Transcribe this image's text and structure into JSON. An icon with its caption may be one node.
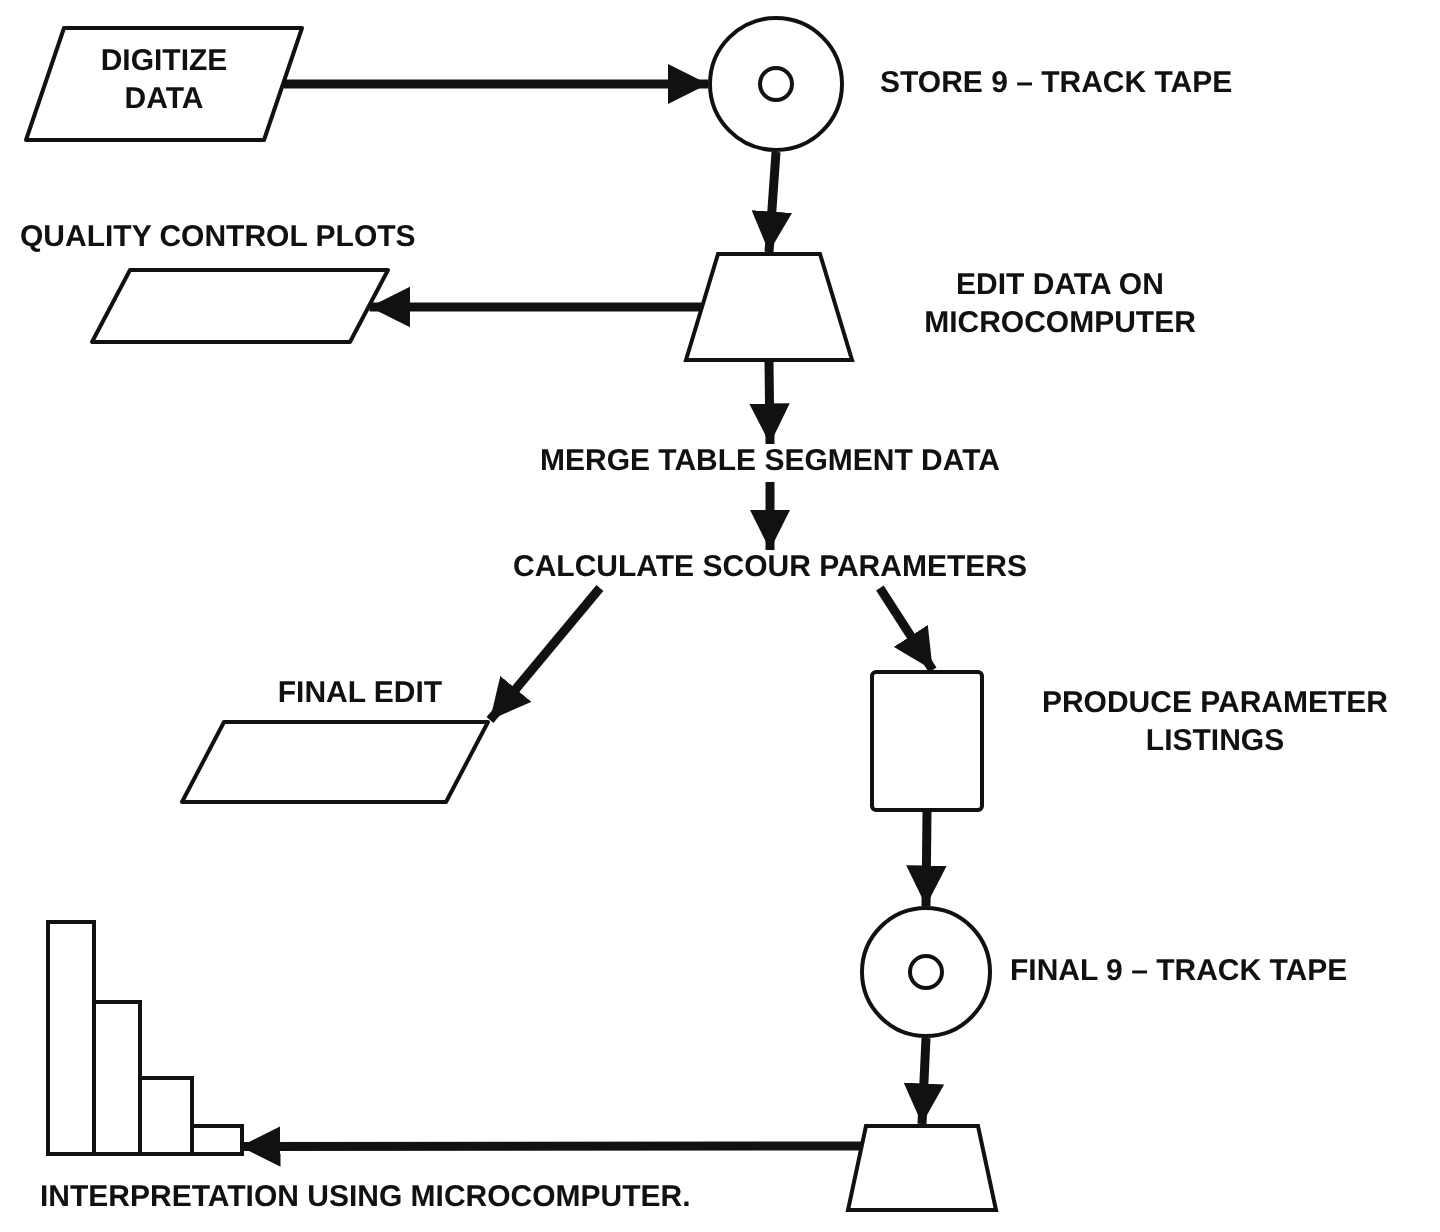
{
  "diagram": {
    "nodes": [
      {
        "text": [
          "DIGITIZE DATA"
        ]
      },
      {
        "text": [
          "STORE 9 – TRACK TAPE"
        ]
      },
      {
        "text": [
          "EDIT DATA ON MICROCOMPUTER"
        ]
      },
      {
        "text": [
          "QUALITY CONTROL PLOTS"
        ]
      },
      {
        "text": [
          "MERGE TABLE SEGMENT DATA"
        ]
      },
      {
        "text": [
          "CALCULATE SCOUR PARAMETERS"
        ]
      },
      {
        "text": [
          "FINAL EDIT"
        ]
      },
      {
        "text": [
          "PRODUCE PARAMETER LISTINGS"
        ]
      },
      {
        "text": [
          "FINAL 9 – TRACK TAPE"
        ]
      },
      {
        "text": [],
        "shape": "trapezoid"
      },
      {
        "text": [
          "INTERPRETATION USING MICROCOMPUTER."
        ]
      }
    ],
    "edges": [
      {
        "from": 0,
        "to": 1,
        "arrow": "to"
      },
      {
        "from": 1,
        "to": 2,
        "arrow": "to"
      },
      {
        "from": 2,
        "to": 3,
        "arrow": "to"
      },
      {
        "from": 2,
        "to": 4,
        "arrow": "to"
      },
      {
        "from": 4,
        "to": 5,
        "arrow": "to"
      },
      {
        "from": 5,
        "to": 6,
        "arrow": "to"
      },
      {
        "from": 5,
        "to": 7,
        "arrow": "to"
      },
      {
        "from": 7,
        "to": 8,
        "arrow": "to"
      },
      {
        "from": 8,
        "to": 9,
        "arrow": "to"
      },
      {
        "from": 9,
        "to": 10,
        "arrow": "to"
      }
    ]
  }
}
